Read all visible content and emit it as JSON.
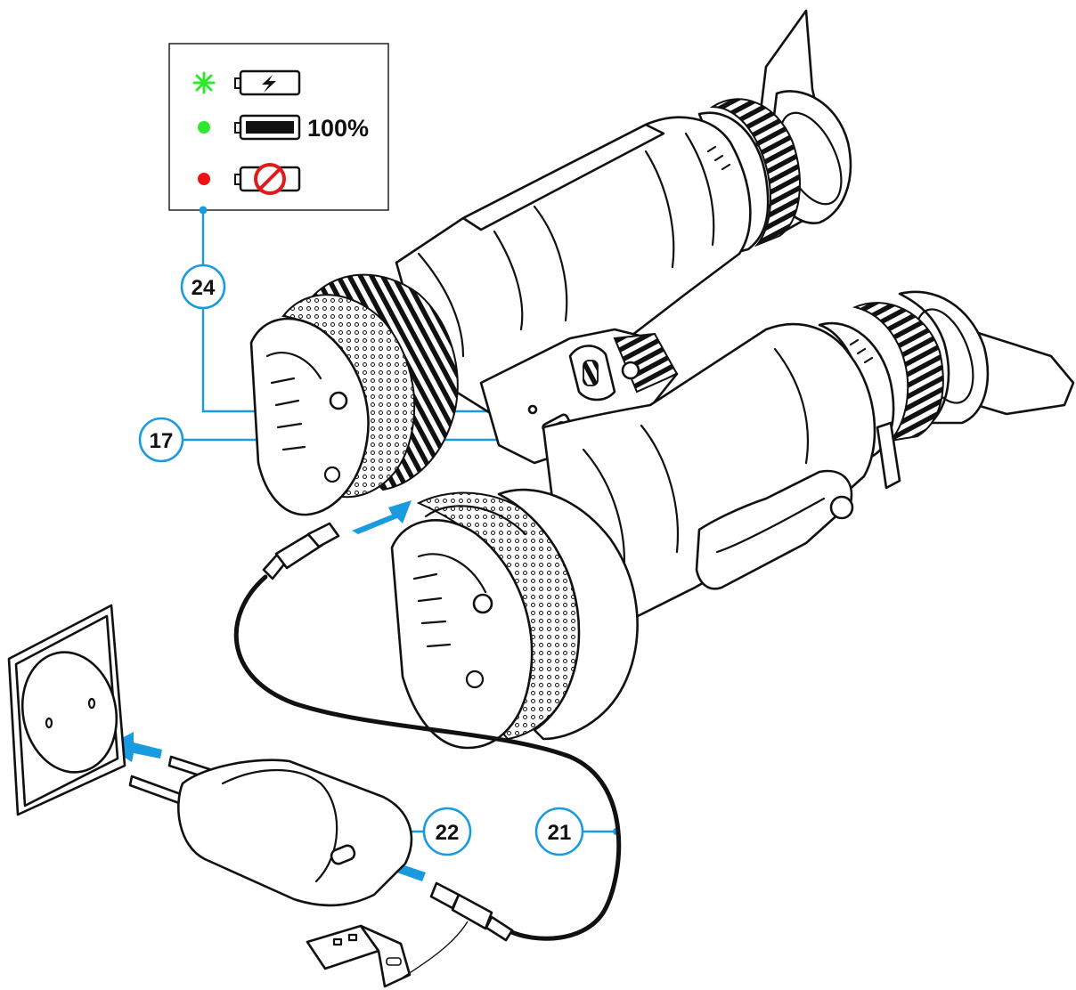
{
  "colors": {
    "accent": "#1a9be0",
    "led_green": "#2ee82e",
    "led_red": "#ee1111",
    "no_charge": "#e01b1b",
    "outline": "#111111"
  },
  "legend": {
    "rows": [
      {
        "led": "green-flashing",
        "battery_icon": "battery-charging-icon",
        "text": ""
      },
      {
        "led": "green-steady",
        "battery_icon": "battery-full-icon",
        "text": "100%"
      },
      {
        "led": "red-steady",
        "battery_icon": "battery-no-charge-icon",
        "text": ""
      }
    ]
  },
  "callouts": {
    "c24": "24",
    "c17": "17",
    "c22": "22",
    "c21": "21"
  }
}
